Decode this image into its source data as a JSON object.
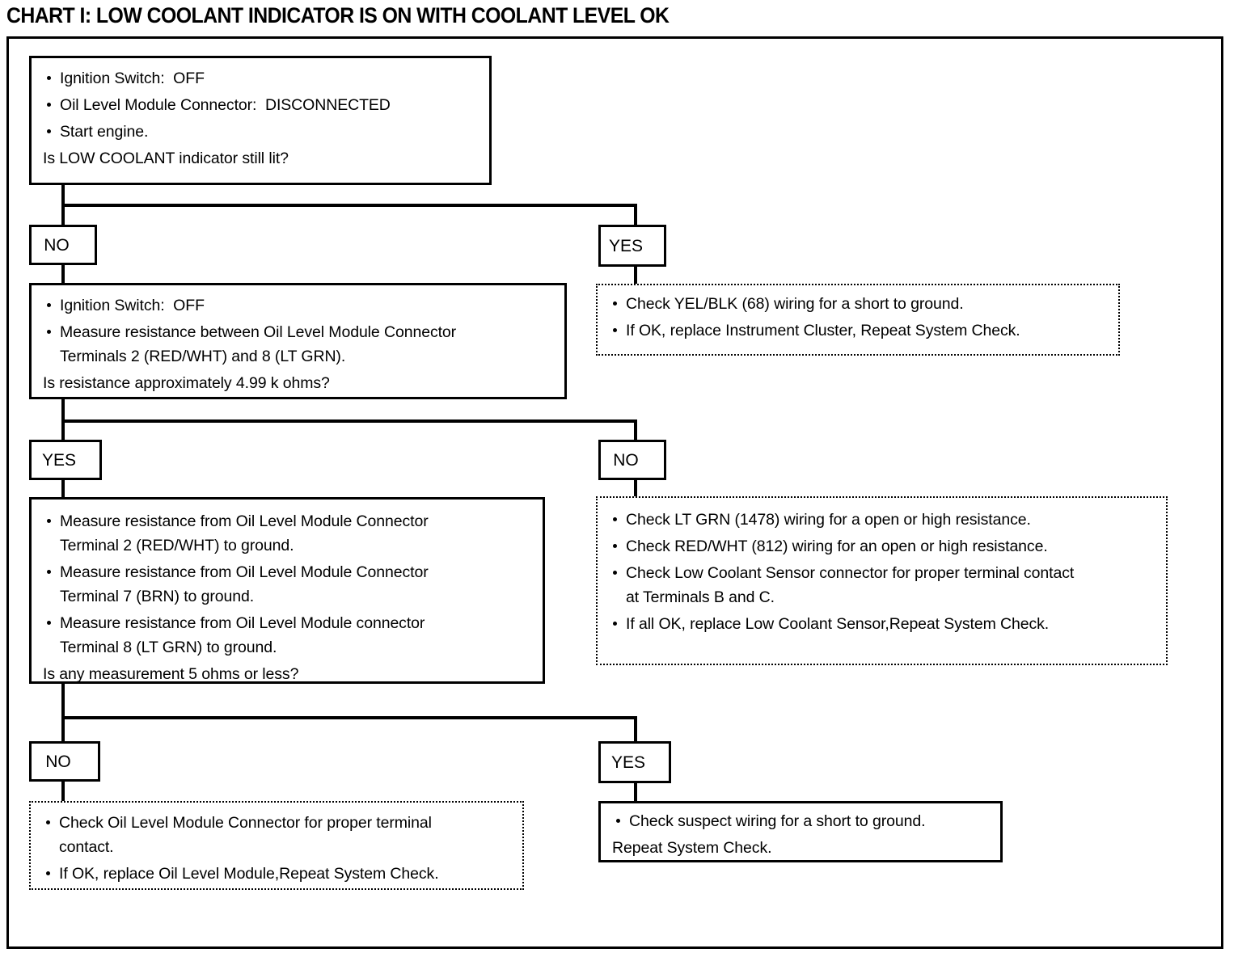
{
  "title": "CHART I: LOW COOLANT INDICATOR IS ON WITH COOLANT LEVEL OK",
  "nodes": {
    "start": {
      "bullets": [
        "Ignition Switch:  OFF",
        "Oil Level Module Connector:  DISCONNECTED",
        "Start engine."
      ],
      "question": "Is LOW COOLANT indicator still lit?"
    },
    "step2": {
      "bullets": [
        "Ignition Switch:  OFF",
        "Measure resistance between Oil Level Module Connector\nTerminals 2 (RED/WHT) and 8 (LT GRN)."
      ],
      "question": "Is resistance approximately 4.99 k ohms?"
    },
    "result_yes_1": {
      "bullets": [
        "Check YEL/BLK (68) wiring for a short to ground.",
        "If OK, replace Instrument Cluster, Repeat System Check."
      ]
    },
    "step3": {
      "bullets": [
        "Measure resistance from Oil Level Module Connector\nTerminal 2 (RED/WHT) to ground.",
        "Measure resistance from Oil Level Module Connector\nTerminal 7 (BRN) to ground.",
        "Measure resistance from Oil Level Module connector\nTerminal 8 (LT GRN) to ground."
      ],
      "question": "Is any measurement 5 ohms or less?"
    },
    "result_no_2": {
      "bullets": [
        "Check LT GRN (1478) wiring for a open or high resistance.",
        "Check RED/WHT (812) wiring for an open or high resistance.",
        "Check Low Coolant Sensor connector for proper terminal contact\nat Terminals B and C.",
        "If all OK, replace Low Coolant Sensor,Repeat System Check."
      ]
    },
    "result_no_3": {
      "bullets": [
        "Check Oil Level Module Connector for proper terminal\ncontact.",
        "If OK, replace Oil Level Module,Repeat System Check."
      ]
    },
    "result_yes_3": {
      "bullets": [
        "Check suspect wiring for a short to ground."
      ],
      "trailing": "Repeat System Check."
    }
  },
  "branch_labels": {
    "row1_left": "NO",
    "row1_right": "YES",
    "row2_left": "YES",
    "row2_right": "NO",
    "row3_left": "NO",
    "row3_right": "YES"
  }
}
